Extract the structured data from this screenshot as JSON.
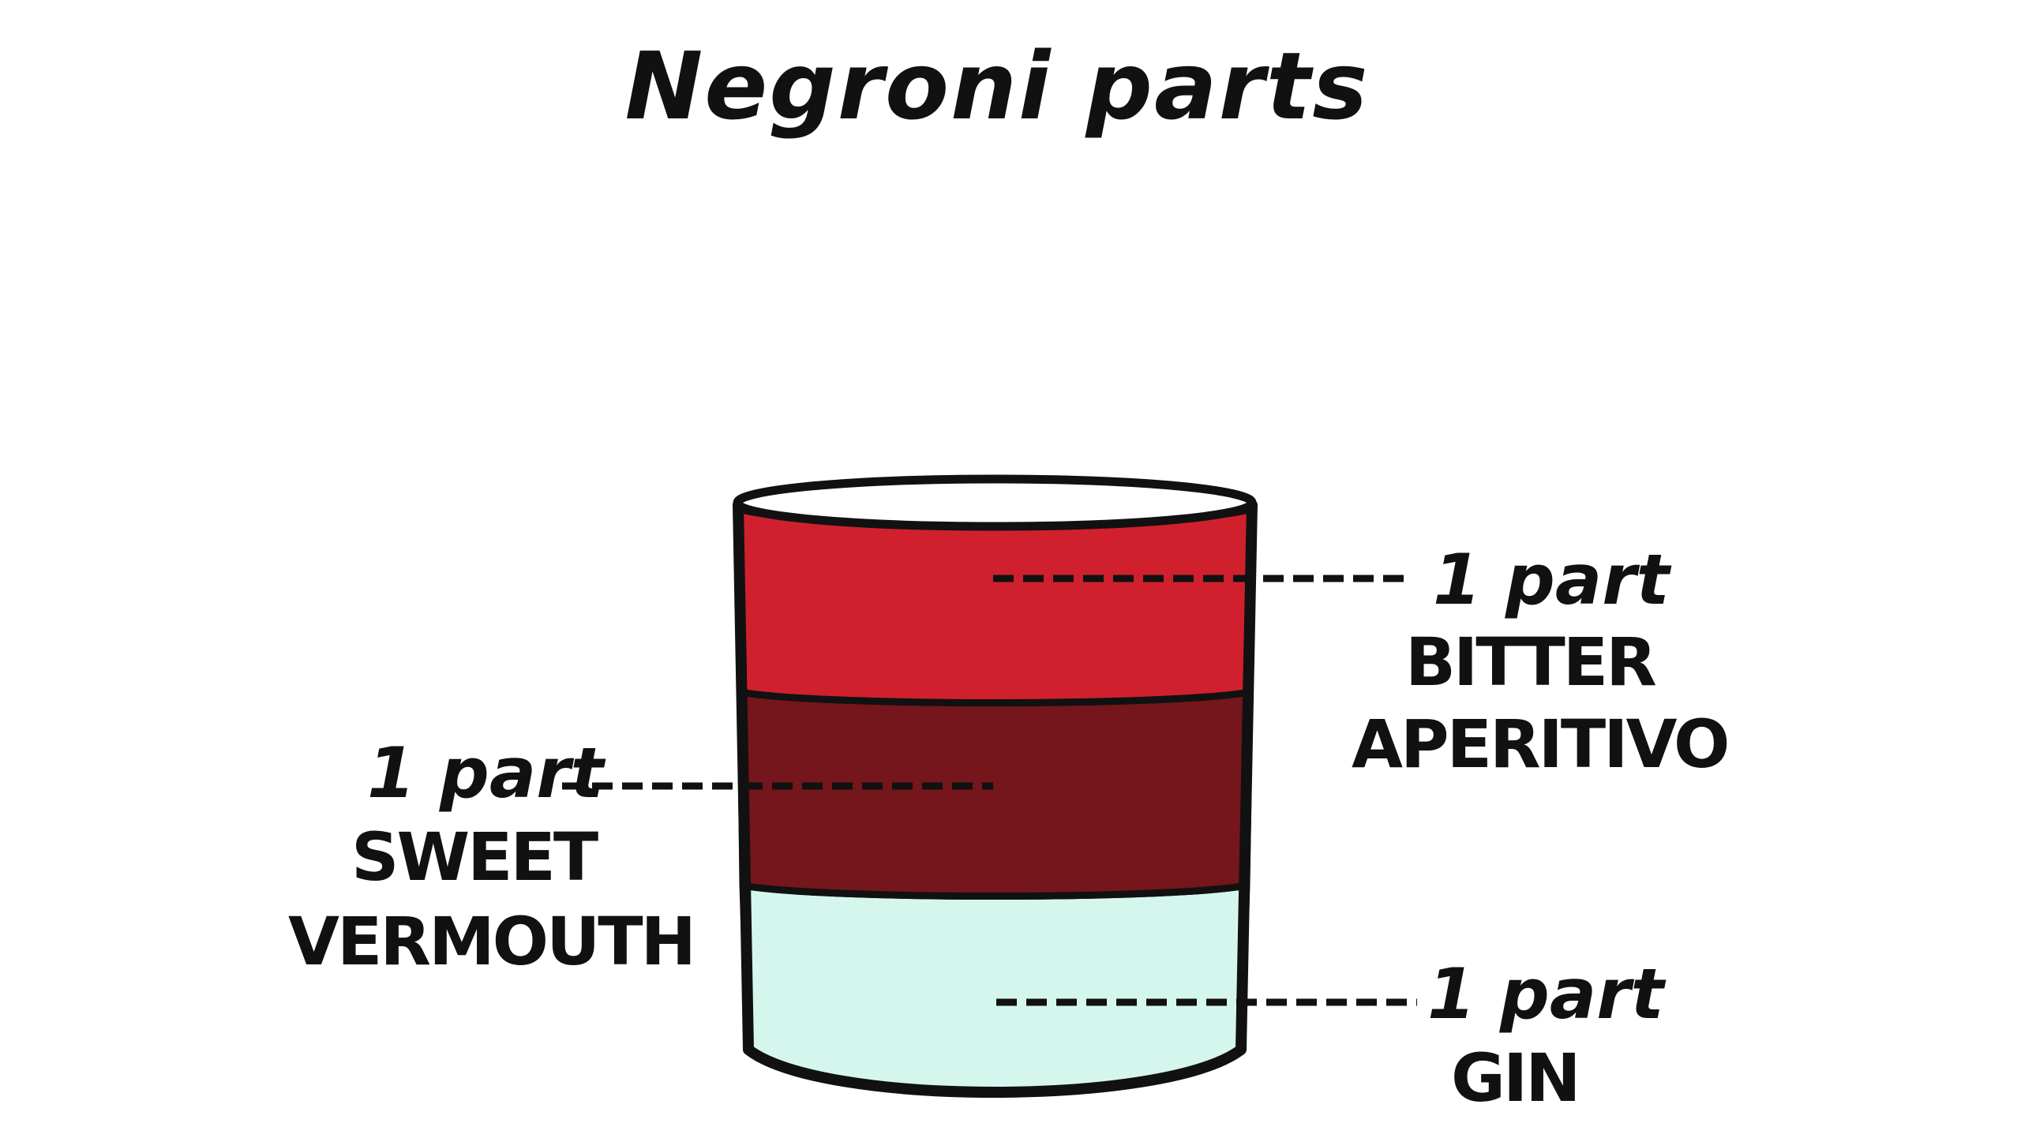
{
  "title": "Negroni parts",
  "colors": {
    "bitter_aperitivo": "#d0202e",
    "sweet_vermouth": "#74161c",
    "gin": "#d5f6ed",
    "rim": "#ffffff",
    "outline": "#111111"
  },
  "layers": [
    {
      "id": "bitter",
      "part_text": "1 part",
      "name_lines": [
        "BITTER",
        "APERITIVO"
      ],
      "parts": 1,
      "color_key": "bitter_aperitivo"
    },
    {
      "id": "vermouth",
      "part_text": "1 part",
      "name_lines": [
        "SWEET",
        "VERMOUTH"
      ],
      "parts": 1,
      "color_key": "sweet_vermouth"
    },
    {
      "id": "gin",
      "part_text": "1 part",
      "name_lines": [
        "GIN"
      ],
      "parts": 1,
      "color_key": "gin"
    }
  ]
}
